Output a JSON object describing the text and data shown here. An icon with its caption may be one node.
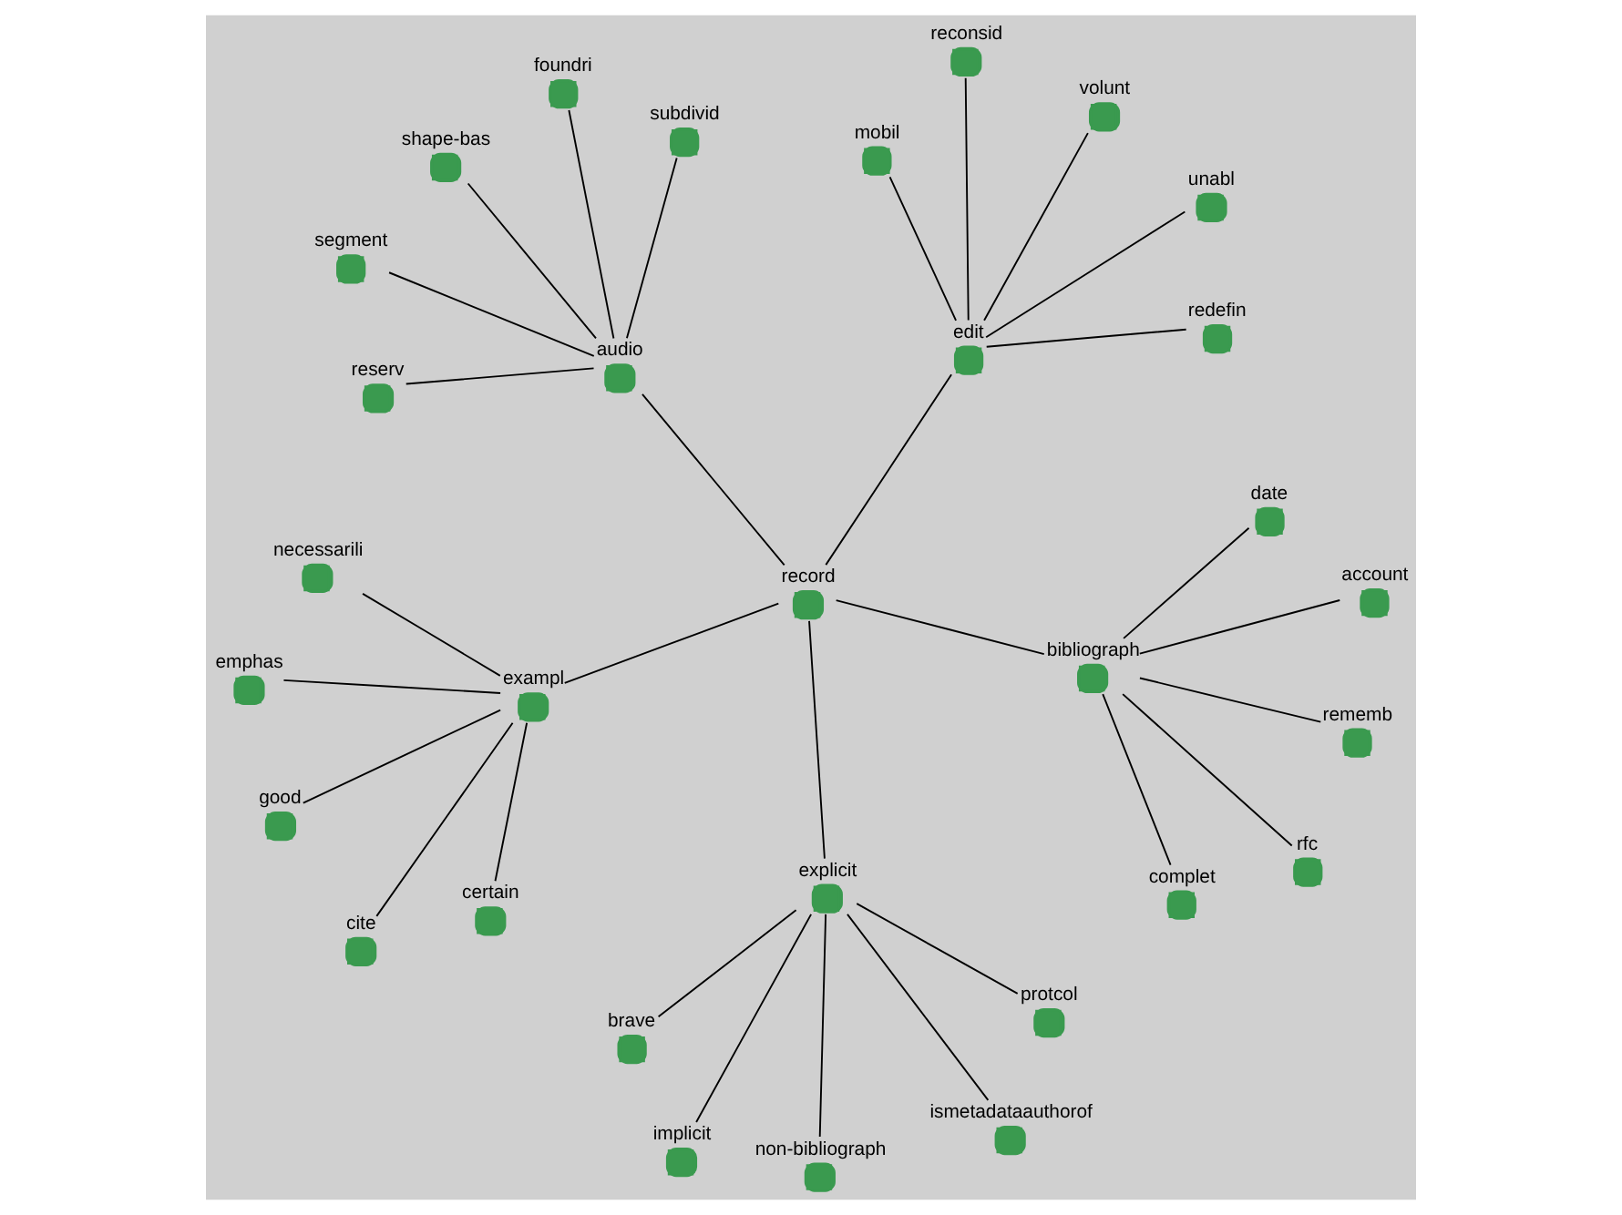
{
  "diagram": {
    "nodes": [
      {
        "text": [
          "good"
        ]
      },
      {
        "text": [
          "certain"
        ]
      },
      {
        "text": [
          "non-bibliograph"
        ]
      },
      {
        "text": [
          "necessarili"
        ]
      },
      {
        "text": [
          "exampl"
        ]
      },
      {
        "text": [
          "emphas"
        ]
      },
      {
        "text": [
          "implicit"
        ]
      },
      {
        "text": [
          "ismetadataauthorof"
        ]
      },
      {
        "text": [
          "explicit"
        ]
      },
      {
        "text": [
          "cite"
        ]
      },
      {
        "text": [
          "complet"
        ]
      },
      {
        "text": [
          "brave"
        ]
      },
      {
        "text": [
          "rememb"
        ]
      },
      {
        "text": [
          "protcol"
        ]
      },
      {
        "text": [
          "record"
        ]
      },
      {
        "text": [
          "rfc"
        ]
      },
      {
        "text": [
          "bibliograph"
        ]
      },
      {
        "text": [
          "date"
        ]
      },
      {
        "text": [
          "reconsid"
        ]
      },
      {
        "text": [
          "segment"
        ]
      },
      {
        "text": [
          "reserv"
        ]
      },
      {
        "text": [
          "audio"
        ]
      },
      {
        "text": [
          "account"
        ]
      },
      {
        "text": [
          "volunt"
        ]
      },
      {
        "text": [
          "edit"
        ]
      },
      {
        "text": [
          "redefin"
        ]
      },
      {
        "text": [
          "subdivid"
        ]
      },
      {
        "text": [
          "shape-bas"
        ]
      },
      {
        "text": [
          "mobil"
        ]
      },
      {
        "text": [
          "unabl"
        ]
      },
      {
        "text": [
          "foundri"
        ]
      }
    ],
    "edges": [
      {
        "from": 4,
        "to": 0,
        "arrow": "none"
      },
      {
        "from": 4,
        "to": 1,
        "arrow": "none"
      },
      {
        "from": 4,
        "to": 3,
        "arrow": "none"
      },
      {
        "from": 4,
        "to": 5,
        "arrow": "none"
      },
      {
        "from": 4,
        "to": 9,
        "arrow": "none"
      },
      {
        "from": 14,
        "to": 4,
        "arrow": "none"
      },
      {
        "from": 8,
        "to": 2,
        "arrow": "none"
      },
      {
        "from": 8,
        "to": 6,
        "arrow": "none"
      },
      {
        "from": 8,
        "to": 7,
        "arrow": "none"
      },
      {
        "from": 8,
        "to": 11,
        "arrow": "none"
      },
      {
        "from": 8,
        "to": 13,
        "arrow": "none"
      },
      {
        "from": 14,
        "to": 8,
        "arrow": "none"
      },
      {
        "from": 16,
        "to": 10,
        "arrow": "none"
      },
      {
        "from": 16,
        "to": 12,
        "arrow": "none"
      },
      {
        "from": 16,
        "to": 15,
        "arrow": "none"
      },
      {
        "from": 16,
        "to": 17,
        "arrow": "none"
      },
      {
        "from": 16,
        "to": 22,
        "arrow": "none"
      },
      {
        "from": 14,
        "to": 16,
        "arrow": "none"
      },
      {
        "from": 21,
        "to": 19,
        "arrow": "none"
      },
      {
        "from": 21,
        "to": 20,
        "arrow": "none"
      },
      {
        "from": 21,
        "to": 26,
        "arrow": "none"
      },
      {
        "from": 21,
        "to": 27,
        "arrow": "none"
      },
      {
        "from": 21,
        "to": 30,
        "arrow": "none"
      },
      {
        "from": 14,
        "to": 21,
        "arrow": "none"
      },
      {
        "from": 24,
        "to": 18,
        "arrow": "none"
      },
      {
        "from": 24,
        "to": 23,
        "arrow": "none"
      },
      {
        "from": 24,
        "to": 25,
        "arrow": "none"
      },
      {
        "from": 24,
        "to": 28,
        "arrow": "none"
      },
      {
        "from": 24,
        "to": 29,
        "arrow": "none"
      },
      {
        "from": 14,
        "to": 24,
        "arrow": "none"
      }
    ]
  }
}
